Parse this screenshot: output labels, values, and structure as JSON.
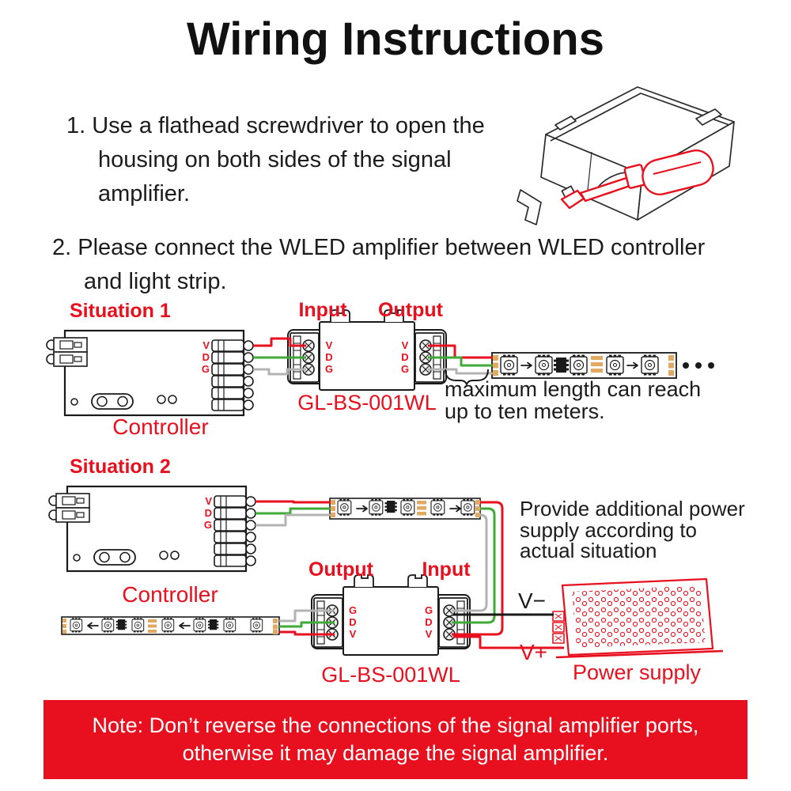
{
  "title": "Wiring Instructions",
  "steps": [
    {
      "lines": [
        "1. Use a flathead screwdriver to open the",
        "housing on both sides of the signal",
        "amplifier."
      ]
    },
    {
      "lines": [
        "2. Please connect the WLED amplifier between WLED controller",
        "and light strip."
      ]
    }
  ],
  "situation1": {
    "label": "Situation 1",
    "controller_label": "Controller",
    "input_label": "Input",
    "output_label": "Output",
    "model": "GL-BS-001WL",
    "controller_pins": [
      "V",
      "D",
      "G"
    ],
    "amp_input_pins": [
      "V",
      "D",
      "G"
    ],
    "amp_output_pins": [
      "V",
      "D",
      "G"
    ],
    "max_length_note_line1": "maximum length can reach",
    "max_length_note_line2": "up to ten meters."
  },
  "situation2": {
    "label": "Situation 2",
    "controller_label": "Controller",
    "input_label": "Input",
    "output_label": "Output",
    "model": "GL-BS-001WL",
    "controller_pins": [
      "V",
      "D",
      "G"
    ],
    "amp_output_pins": [
      "G",
      "D",
      "V"
    ],
    "amp_input_pins": [
      "G",
      "D",
      "V"
    ],
    "power_note_line1": "Provide additional power",
    "power_note_line2": "supply according to",
    "power_note_line3": "actual situation",
    "v_minus": "V−",
    "v_plus": "V+",
    "power_supply_label": "Power supply"
  },
  "note": {
    "line1": "Note: Don’t reverse the connections of the signal amplifier ports,",
    "line2": "otherwise it may damage the signal amplifier."
  },
  "colors": {
    "red": "#e8101e",
    "green": "#3faa35",
    "gray": "#b3b3b3",
    "tan": "#e2a963",
    "line_black": "#1a1a1a"
  }
}
